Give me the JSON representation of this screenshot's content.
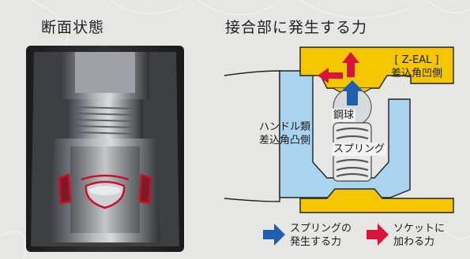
{
  "titles": {
    "section_left": "断面状態",
    "section_right": "接合部に発生する力"
  },
  "diagram": {
    "zeal_label_line1": "[ Z-EAL ]",
    "zeal_label_line2": "差込角凹側",
    "handle_label_line1": "ハンドル類",
    "handle_label_line2": "差込角凸側",
    "ball_label": "鋼球",
    "spring_label": "スプリング"
  },
  "legend": {
    "spring_force_line1": "スプリングの",
    "spring_force_line2": "発生する力",
    "socket_force_line1": "ソケットに",
    "socket_force_line2": "加わる力"
  },
  "colors": {
    "background": "#e6e6e4",
    "socket_yellow": "#f4c600",
    "handle_blue": "#a9d3ee",
    "arrow_blue": "#1f5fb0",
    "arrow_red": "#d8143a",
    "outline_red": "#c8102e"
  }
}
